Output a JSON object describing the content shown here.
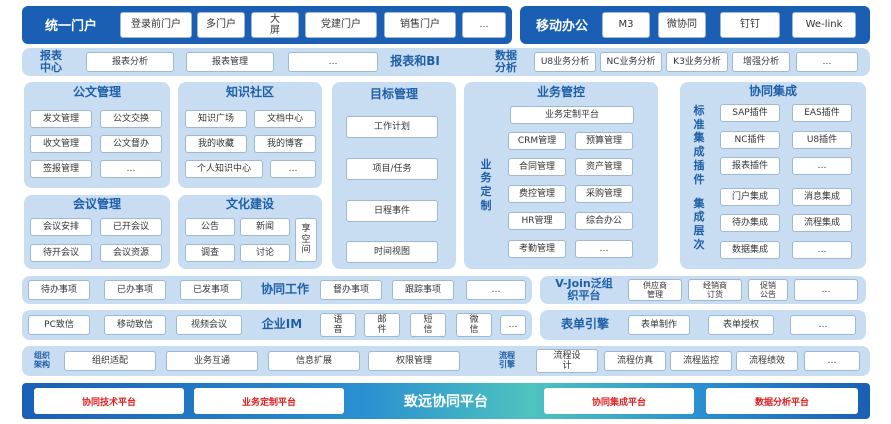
{
  "portal": {
    "title": "统一门户",
    "items": [
      "登录前门户",
      "多门户",
      "大屏",
      "党建门户",
      "销售门户",
      "…"
    ]
  },
  "mobile": {
    "title": "移动办公",
    "items": [
      "M3",
      "微协同",
      "钉钉",
      "We-link"
    ]
  },
  "report": {
    "center": "报表中心",
    "center_items": [
      "报表分析",
      "报表管理",
      "…"
    ],
    "bi": "报表和BI",
    "data_analysis": "数据分析",
    "analysis_items": [
      "U8业务分析",
      "NC业务分析",
      "K3业务分析",
      "增强分析",
      "…"
    ]
  },
  "doc": {
    "title": "公文管理",
    "items": [
      "发文管理",
      "公文交换",
      "收文管理",
      "公文督办",
      "签报管理",
      "…"
    ]
  },
  "knowledge": {
    "title": "知识社区",
    "items": [
      "知识广场",
      "文档中心",
      "我的收藏",
      "我的博客",
      "个人知识中心",
      "…"
    ]
  },
  "meeting": {
    "title": "会议管理",
    "items": [
      "会议安排",
      "已开会议",
      "待开会议",
      "会议资源"
    ]
  },
  "culture": {
    "title": "文化建设",
    "items": [
      "公告",
      "新闻",
      "调查",
      "讨论",
      "享空间"
    ]
  },
  "goal": {
    "title": "目标管理",
    "items": [
      "工作计划",
      "项目/任务",
      "日程事件",
      "时间视图"
    ]
  },
  "bizcontrol": {
    "title": "业务管控",
    "platform": "业务定制平台",
    "side": "业务定制",
    "items": [
      "CRM管理",
      "预算管理",
      "合同管理",
      "资产管理",
      "费控管理",
      "采购管理",
      "HR管理",
      "综合办公",
      "考勤管理",
      "…"
    ]
  },
  "integration": {
    "title": "协同集成",
    "side1": "标准集成插件",
    "side2": "集成层次",
    "items": [
      "SAP插件",
      "EAS插件",
      "NC插件",
      "U8插件",
      "报表插件",
      "…",
      "门户集成",
      "消息集成",
      "待办集成",
      "流程集成",
      "数据集成",
      "…"
    ]
  },
  "collab": {
    "title": "协同工作",
    "items": [
      "待办事项",
      "已办事项",
      "已发事项",
      "督办事项",
      "跟踪事项",
      "…"
    ]
  },
  "vjoin": {
    "title": "V-Join泛组织平台",
    "items": [
      "供应商管理",
      "经销商订货",
      "促销公告",
      "…"
    ]
  },
  "im": {
    "title": "企业IM",
    "items": [
      "PC致信",
      "移动致信",
      "视频会议",
      "语音",
      "邮件",
      "短信",
      "微信",
      "…"
    ]
  },
  "form": {
    "title": "表单引擎",
    "items": [
      "表单制作",
      "表单授权",
      "…"
    ]
  },
  "org": {
    "title": "组织架构",
    "items": [
      "组织适配",
      "业务互通",
      "信息扩展",
      "权限管理"
    ]
  },
  "flow": {
    "title": "流程引擎",
    "items": [
      "流程设计",
      "流程仿真",
      "流程监控",
      "流程绩效",
      "…"
    ]
  },
  "bottom": {
    "title": "致远协同平台",
    "items": [
      "协同技术平台",
      "业务定制平台",
      "协同集成平台",
      "数据分析平台"
    ]
  },
  "colors": {
    "dark": "#1a5fb4",
    "light": "#c8ddf2",
    "accent_red": "#e02020"
  }
}
